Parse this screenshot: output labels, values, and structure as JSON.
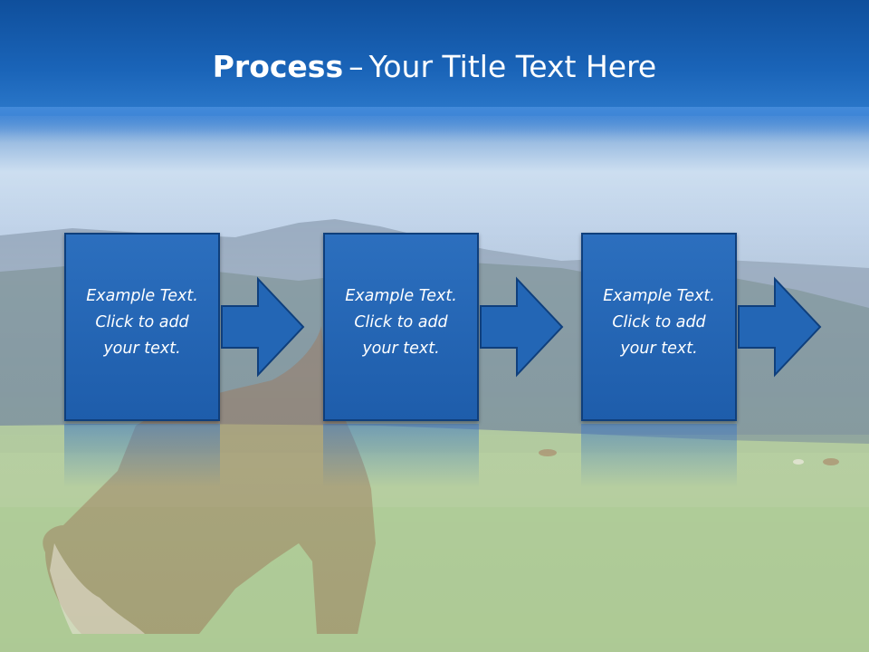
{
  "slide": {
    "title_bold": "Process",
    "title_dash": "–",
    "title_rest": "Your Title Text Here",
    "steps": [
      {
        "line1": "Example Text.",
        "line2": "Click  to add",
        "line3": "your text."
      },
      {
        "line1": "Example Text.",
        "line2": "Click  to add",
        "line3": "your text."
      },
      {
        "line1": "Example Text.",
        "line2": "Click  to add",
        "line3": "your text."
      }
    ]
  },
  "colors": {
    "title_band": "#1a64b8",
    "box_fill": "#2366b5",
    "box_border": "#0f3f7c",
    "text": "#ffffff"
  }
}
